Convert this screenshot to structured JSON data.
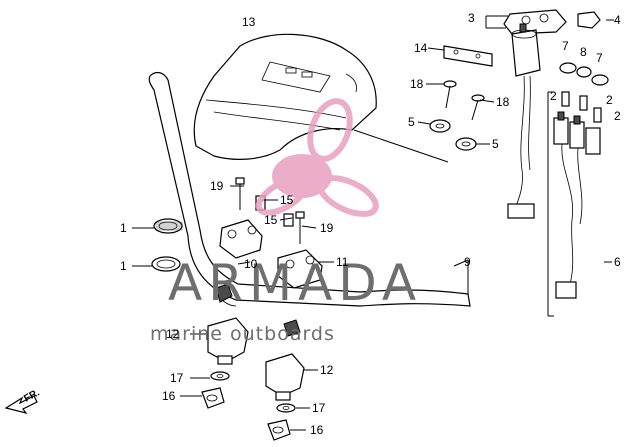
{
  "labels": {
    "p1a": "1",
    "p1b": "1",
    "p2a": "2",
    "p2b": "2",
    "p2c": "2",
    "p3": "3",
    "p4": "4",
    "p5a": "5",
    "p5b": "5",
    "p6": "6",
    "p7a": "7",
    "p7b": "7",
    "p8": "8",
    "p9": "9",
    "p10": "10",
    "p11": "11",
    "p12a": "12",
    "p12b": "12",
    "p13": "13",
    "p14": "14",
    "p15a": "15",
    "p15b": "15",
    "p16a": "16",
    "p16b": "16",
    "p17a": "17",
    "p17b": "17",
    "p18a": "18",
    "p18b": "18",
    "p19a": "19",
    "p19b": "19"
  },
  "watermark": {
    "brand": "ARMADA",
    "tagline": "marine outboards",
    "logo_color": "#e8a0c0"
  },
  "direction": {
    "label": "FR."
  }
}
